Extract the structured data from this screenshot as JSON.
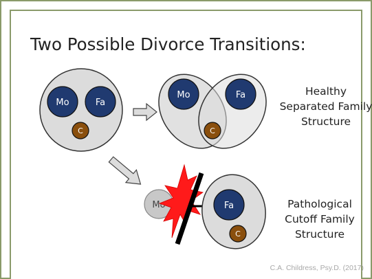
{
  "slide": {
    "title": "Two Possible Divorce Transitions:",
    "credit": "C.A. Childress, Psy.D. (2017)"
  },
  "nodes": {
    "mother": "Mo",
    "father": "Fa",
    "child": "C"
  },
  "outcomes": {
    "healthy": [
      "Healthy",
      "Separated Family",
      "Structure"
    ],
    "pathological": [
      "Pathological",
      "Cutoff Family",
      "Structure"
    ]
  },
  "colors": {
    "parent_fill": "#203a70",
    "child_fill": "#8a4f0d",
    "group_fill": "#dcdcdc",
    "excluded_fill": "#c8c8c8",
    "barrier": "#000000",
    "burst": "#ff1a1a",
    "frame": "#8a9a6a"
  }
}
